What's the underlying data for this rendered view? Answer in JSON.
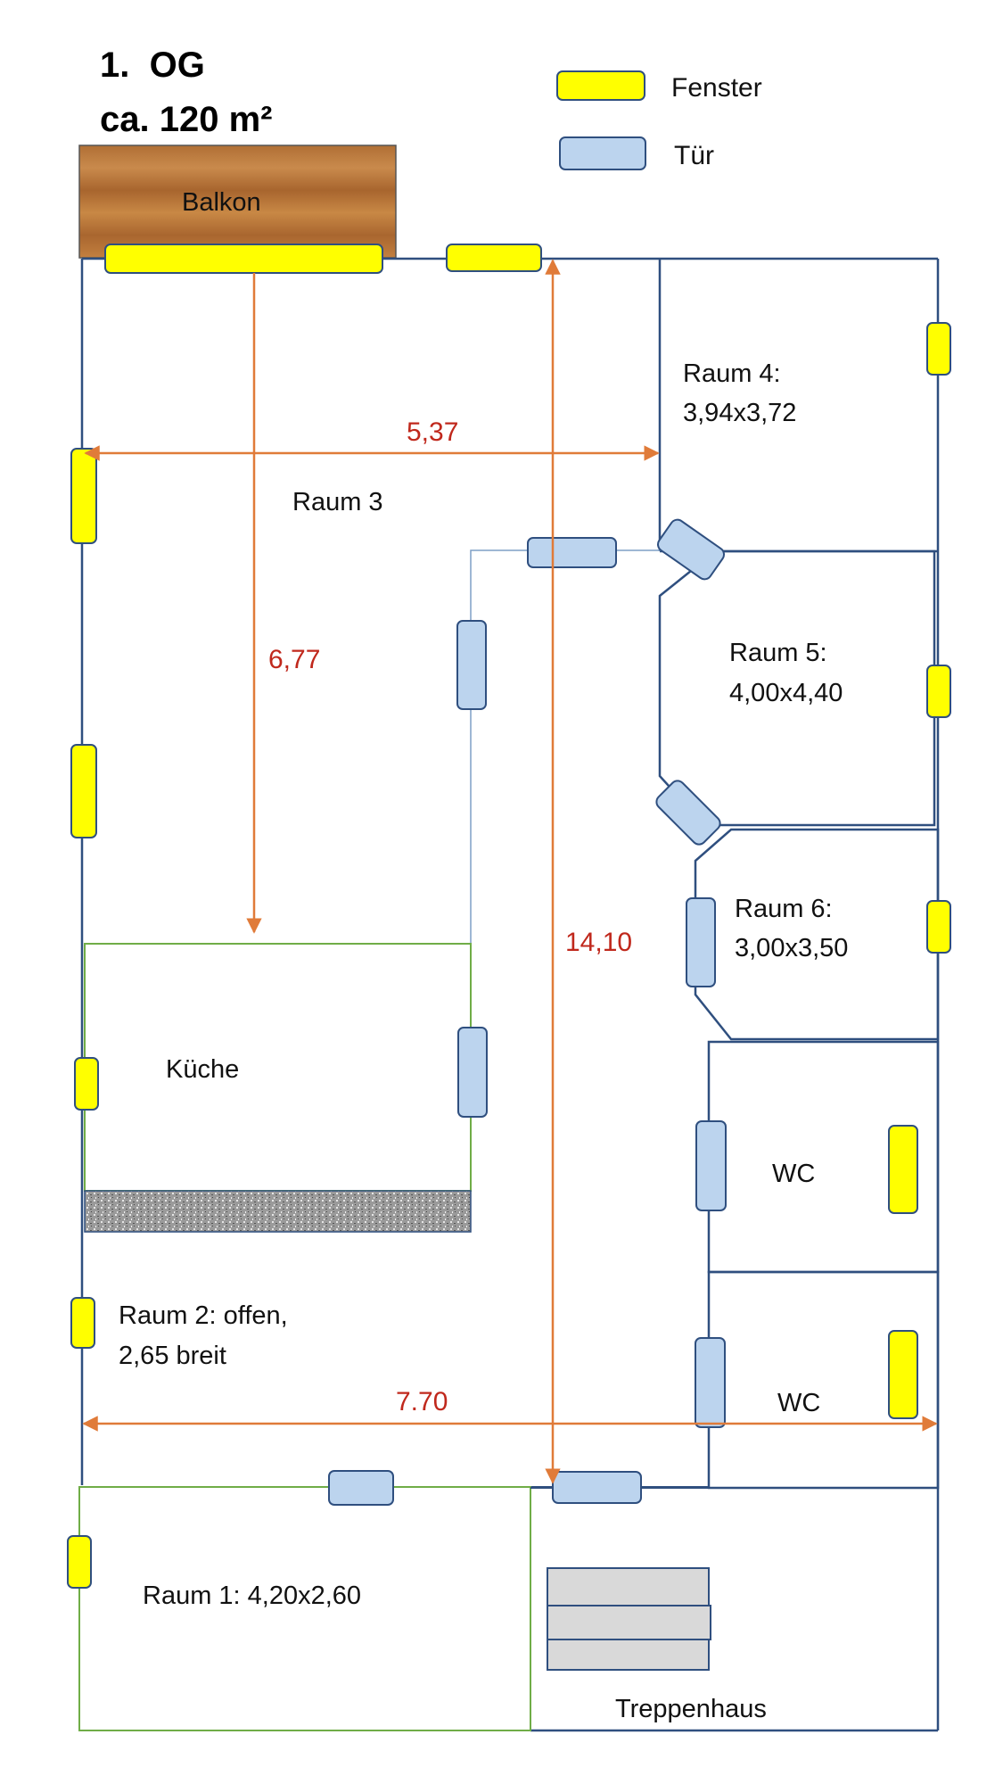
{
  "title": {
    "floor": "1.  OG",
    "area": "ca. 120 m²"
  },
  "legend": {
    "window": "Fenster",
    "door": "Tür"
  },
  "rooms": {
    "balkon": "Balkon",
    "raum3": "Raum 3",
    "raum4_name": "Raum 4:",
    "raum4_size": "3,94x3,72",
    "raum5_name": "Raum 5:",
    "raum5_size": "4,00x4,40",
    "raum6_name": "Raum 6:",
    "raum6_size": "3,00x3,50",
    "kueche": "Küche",
    "wc1": "WC",
    "wc2": "WC",
    "raum2_line1": "Raum 2: offen,",
    "raum2_line2": "2,65 breit",
    "raum1": "Raum 1: 4,20x2,60",
    "treppenhaus": "Treppenhaus"
  },
  "dimensions": {
    "width_raum3": "5,37",
    "depth_raum3": "6,77",
    "total_length": "14,10",
    "total_width": "7.70"
  },
  "colors": {
    "wall": "#2f4f7f",
    "window_fill": "#ffff00",
    "door_fill": "#bcd4ee",
    "dimension_arrow": "#e07b39",
    "dimension_text": "#c0281c",
    "kitchen_outline": "#70ad47",
    "balcony_wood": "#b87333",
    "stairs": "#d9d9d9"
  }
}
